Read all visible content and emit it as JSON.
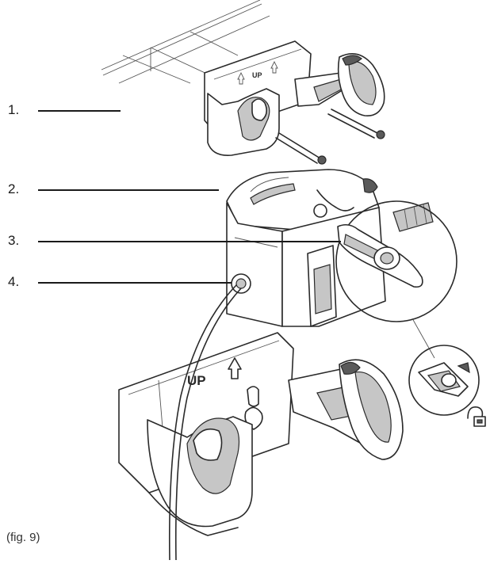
{
  "callouts": [
    {
      "number": "1."
    },
    {
      "number": "2."
    },
    {
      "number": "3."
    },
    {
      "number": "4."
    }
  ],
  "caption": "(fig. 9)",
  "engraved_labels": {
    "upper_bracket": "UP",
    "lower_bracket": "UP"
  },
  "colors": {
    "line": "#2a2a2a",
    "shade": "#bdbdbd",
    "dark": "#555555"
  },
  "icons": [
    "unlock-icon",
    "up-arrow-icon"
  ]
}
